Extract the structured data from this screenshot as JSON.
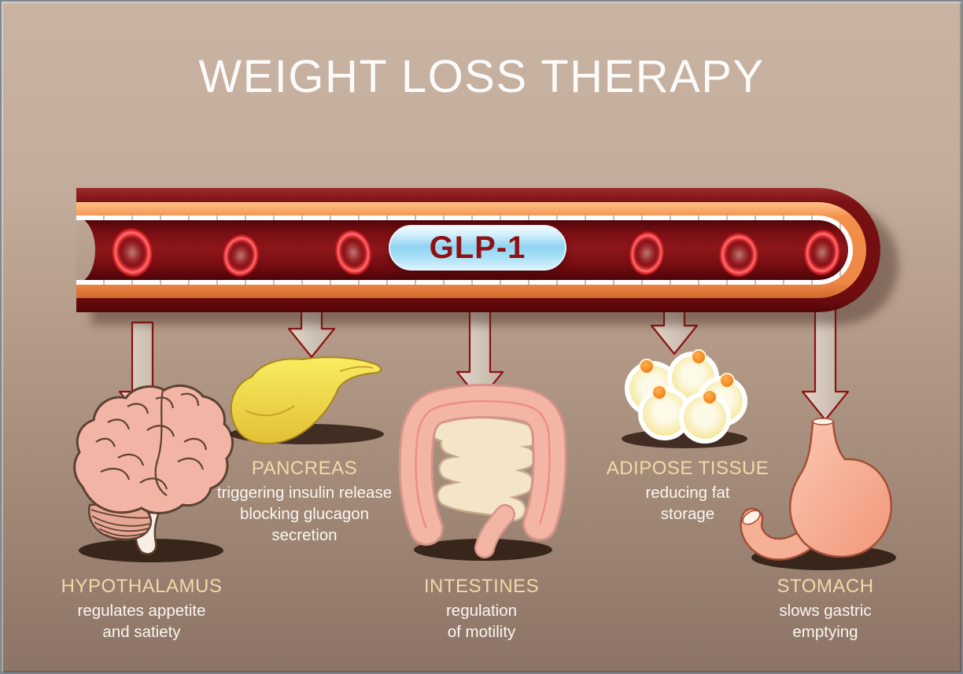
{
  "title": "WEIGHT LOSS THERAPY",
  "vessel": {
    "name": "blood-vessel",
    "capsule_label": "GLP-1",
    "red_blood_cell_count": 6
  },
  "organs": [
    {
      "id": "hypothalamus",
      "icon": "brain-illustration",
      "name": "HYPOTHALAMUS",
      "lines": [
        "regulates appetite",
        "and satiety"
      ]
    },
    {
      "id": "pancreas",
      "icon": "pancreas-illustration",
      "name": "PANCREAS",
      "lines": [
        "triggering insulin release",
        "blocking glucagon",
        "secretion"
      ]
    },
    {
      "id": "intestines",
      "icon": "intestines-illustration",
      "name": "INTESTINES",
      "lines": [
        "regulation",
        "of motility"
      ]
    },
    {
      "id": "adipose_tissue",
      "icon": "fat-cells-illustration",
      "name": "ADIPOSE TISSUE",
      "lines": [
        "reducing fat",
        "storage"
      ]
    },
    {
      "id": "stomach",
      "icon": "stomach-illustration",
      "name": "STOMACH",
      "lines": [
        "slows gastric",
        "emptying"
      ]
    }
  ],
  "colors": {
    "background_top": "#c9b3a3",
    "background_bottom": "#8c7466",
    "title_text": "#fcfbf9",
    "heading_text": "#f2d9a8",
    "body_text": "#fbf7f1",
    "vessel_wall_red": "#6f0c10",
    "vessel_lining_orange": "#f08a4a",
    "lumen_red": "#7c1014",
    "capsule_blue": "#9ed9f4",
    "capsule_text_red": "#8e1113",
    "arrow_fill": "#d3c8bb",
    "arrow_outline": "#8e1113"
  }
}
